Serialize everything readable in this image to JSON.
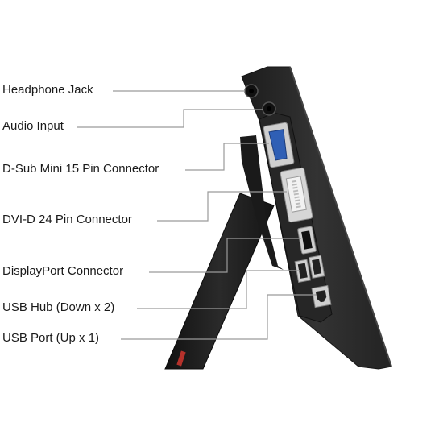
{
  "diagram": {
    "labels": [
      {
        "id": "headphone",
        "text": "Headphone Jack"
      },
      {
        "id": "audio",
        "text": "Audio Input"
      },
      {
        "id": "dsub",
        "text": "D-Sub Mini 15 Pin Connector"
      },
      {
        "id": "dvi",
        "text": "DVI-D 24 Pin Connector"
      },
      {
        "id": "dp",
        "text": "DisplayPort Connector"
      },
      {
        "id": "usbhub",
        "text": "USB Hub (Down x 2)"
      },
      {
        "id": "usbup",
        "text": "USB Port (Up x 1)"
      }
    ]
  },
  "colors": {
    "monitor_body": "#2b2b2b",
    "stand": "#1f1f1f",
    "leader_line": "#9a9a9a",
    "vga_blue": "#2f5fb5",
    "port_metal": "#cfcfcf",
    "stand_accent": "#b5312b"
  }
}
